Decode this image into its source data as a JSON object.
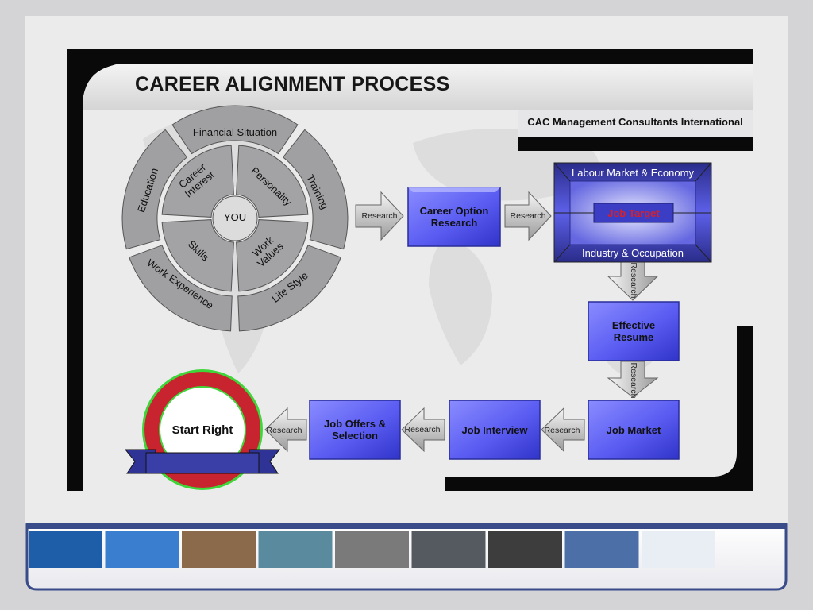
{
  "title": "CAREER ALIGNMENT PROCESS",
  "company": "CAC Management Consultants International",
  "wheel": {
    "center": "YOU",
    "inner": [
      "Career Interest",
      "Personality",
      "Work Values",
      "Skills"
    ],
    "outer": [
      "Financial Situation",
      "Training",
      "Life Style",
      "Work Experience",
      "Education"
    ]
  },
  "boxes": {
    "career_option": "Career Option Research",
    "labour_market": "Labour Market & Economy",
    "job_target": "Job Target",
    "industry": "Industry & Occupation",
    "resume": "Effective Resume",
    "job_market": "Job Market",
    "job_interview": "Job Interview",
    "job_offers": "Job Offers & Selection",
    "start_right": "Start Right"
  },
  "arrow_label": "Research",
  "colors": {
    "box_blue": "#5b5ff0",
    "dark_frame": "#090909",
    "ring_red": "#c8242f",
    "ring_green": "#3fd63a",
    "ribbon": "#3a3fa8"
  }
}
